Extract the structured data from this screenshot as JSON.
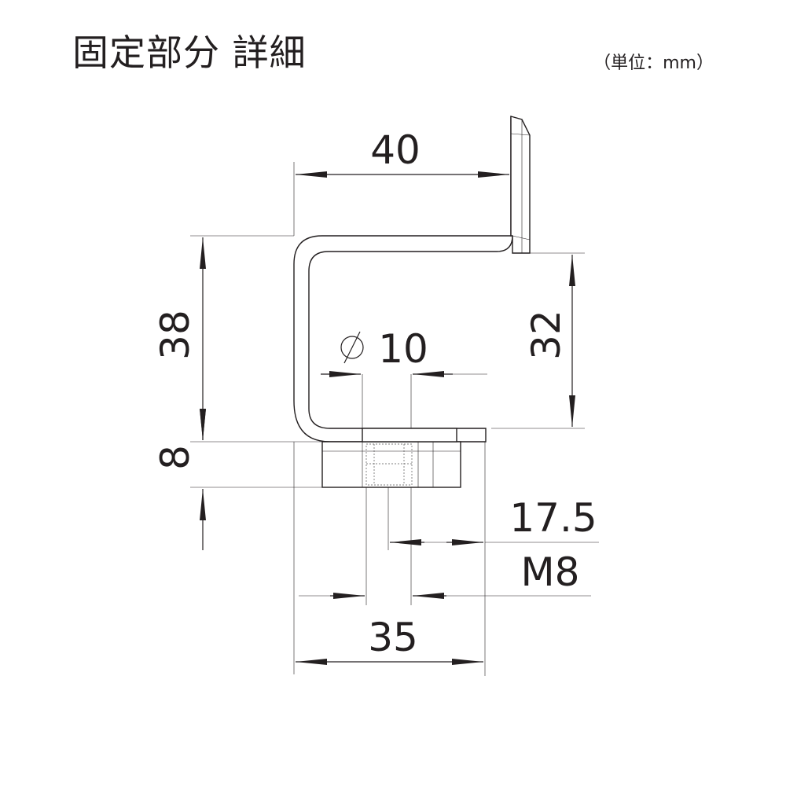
{
  "title": "固定部分 詳細",
  "unit_note": "（単位：mm）",
  "dimensions": {
    "width_top": "40",
    "height_total": "38",
    "height_inner": "32",
    "hole": "10",
    "hole_symbol": "φ",
    "nut_height": "8",
    "offset": "17.5",
    "thread": "M8",
    "width_bottom": "35"
  }
}
